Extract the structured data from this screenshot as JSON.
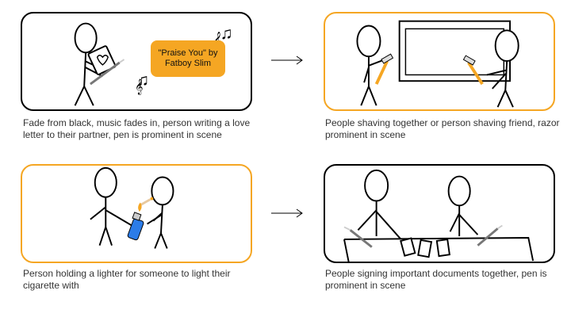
{
  "accent_color": "#f5a623",
  "frames": [
    {
      "caption": "Fade from black, music fades in, person writing a love letter to their partner, pen is prominent in scene",
      "song_label": "\"Praise You\" by Fatboy Slim"
    },
    {
      "caption": "People shaving together or person shaving friend, razor prominent in scene"
    },
    {
      "caption": "Person holding a lighter for someone to light their cigarette with"
    },
    {
      "caption": "People signing important documents together, pen is prominent in scene"
    }
  ],
  "icons": [
    "stick-figure-icon",
    "pen-icon",
    "love-letter-icon",
    "music-note-icon",
    "mirror-icon",
    "razor-icon",
    "lighter-icon",
    "cigarette-icon",
    "document-icon",
    "arrow-right-icon"
  ]
}
